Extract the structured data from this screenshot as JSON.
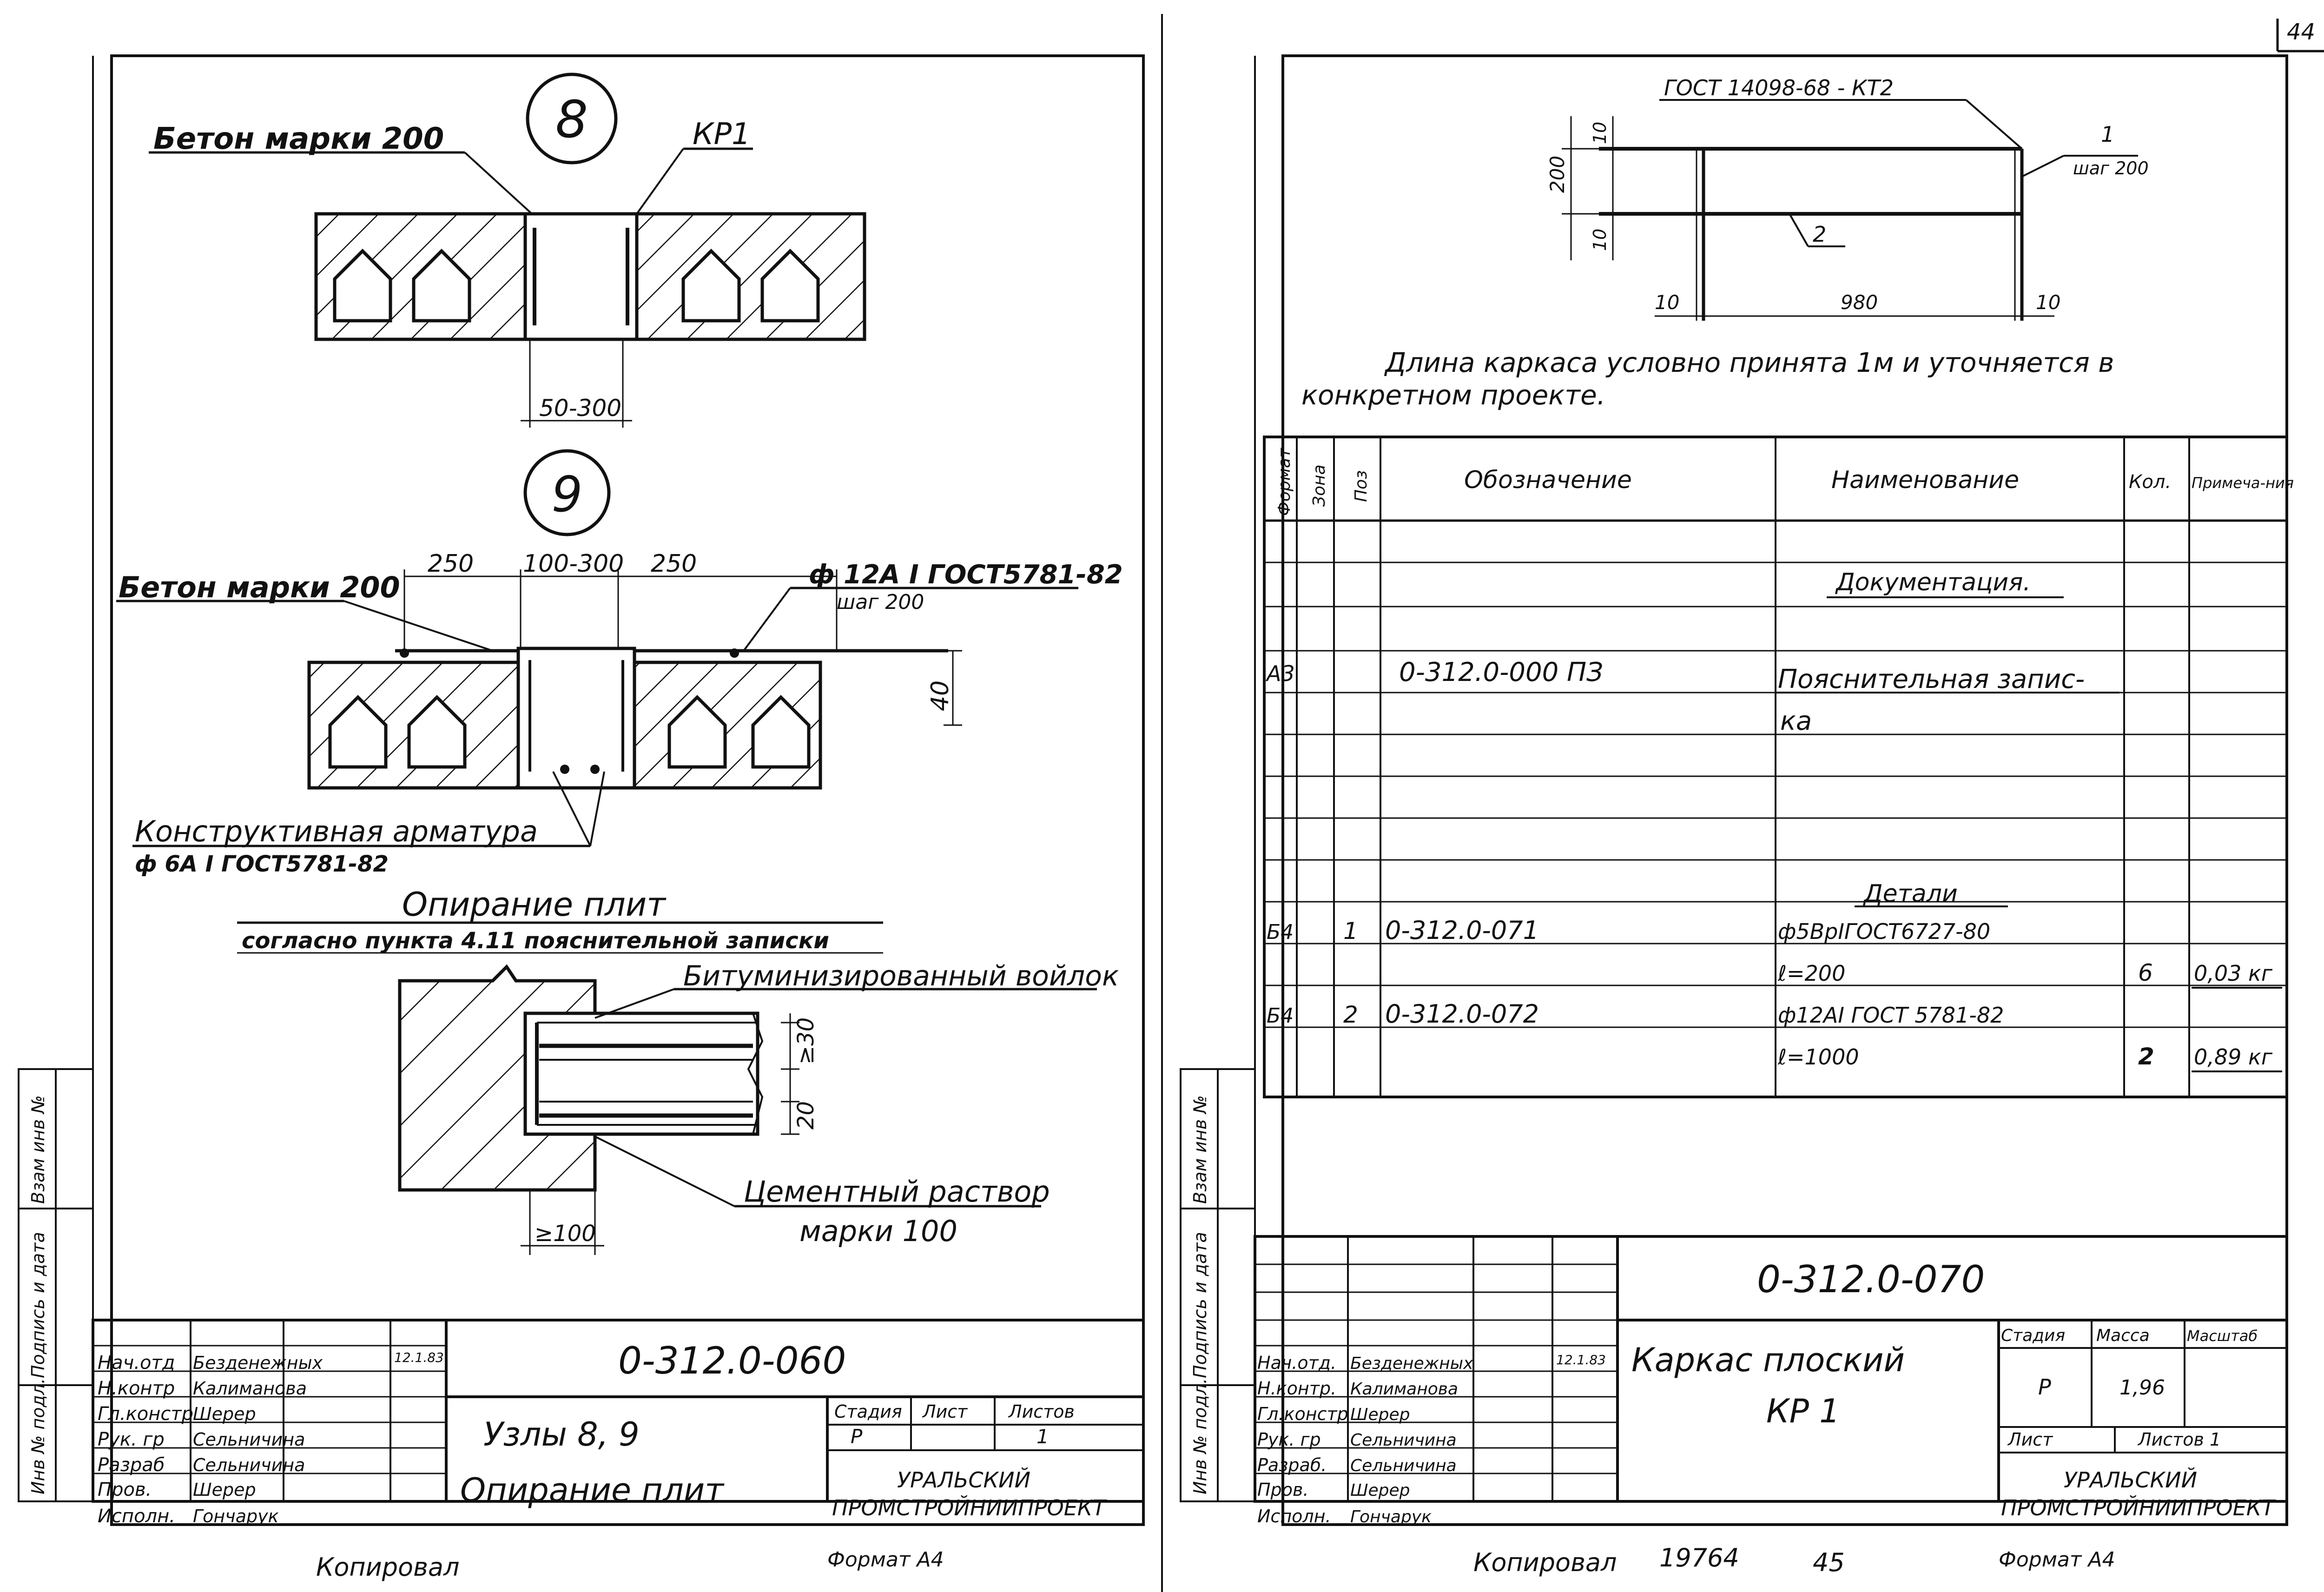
{
  "page_corner_number": "44",
  "left_sheet": {
    "node8": {
      "number": "8",
      "concrete_label": "Бетон марки 200",
      "frame_label": "КР1",
      "gap_dim": "50-300"
    },
    "node9": {
      "number": "9",
      "concrete_label": "Бетон марки 200",
      "dim_left": "250",
      "dim_center": "100-300",
      "dim_right": "250",
      "rebar_label": "ф 12А I ГОСТ5781-82",
      "rebar_step": "шаг 200",
      "dim_height": "40",
      "constr_rebar_label": "Конструктивная арматура",
      "constr_rebar_spec": "ф 6А I ГОСТ5781-82"
    },
    "support": {
      "title": "Опирание плит",
      "subtitle": "согласно пункта 4.11 пояснительной записки",
      "felt_label": "Битуминизированный войлок",
      "dim_30": "≥30",
      "dim_20": "20",
      "dim_100": "≥100",
      "mortar_label": "Цементный раствор",
      "mortar_grade": "марки 100"
    },
    "side_stamp": [
      "Инв № подл.",
      "Подпись и дата",
      "Взам инв №"
    ],
    "title_block": {
      "doc_code": "0-312.0-060",
      "roles": [
        "Нач.отд",
        "Н.контр",
        "Гл.констр",
        "Рук. гр",
        "Разраб",
        "Пров.",
        "Исполн."
      ],
      "names": [
        "Безденежных",
        "Калиманова",
        "Шерер",
        "Сельничина",
        "Сельничина",
        "Шерер",
        "Гончарук"
      ],
      "date": "12.1.83",
      "title_line1": "Узлы 8, 9",
      "title_line2": "Опирание плит",
      "stage_header": "Стадия",
      "sheet_header": "Лист",
      "sheets_header": "Листов",
      "stage": "Р",
      "sheets": "1",
      "org_line1": "УРАЛЬСКИЙ",
      "org_line2": "ПРОМСТРОЙНИИПРОЕКТ"
    },
    "copied_by": "Копировал",
    "format": "Формат А4"
  },
  "right_sheet": {
    "drawing": {
      "gost_label": "ГОСТ 14098-68 - КТ2",
      "pos1": "1",
      "pos1_step": "шаг 200",
      "pos2": "2",
      "dim_200": "200",
      "dim_10_top": "10",
      "dim_10_bot": "10",
      "dim_left": "10",
      "dim_span": "980",
      "dim_right": "10"
    },
    "note_line1": "Длина каркаса условно принята 1м и уточняется в",
    "note_line2": "конкретном проекте.",
    "spec_headers": [
      "Формат",
      "Зона",
      "Поз",
      "Обозначение",
      "Наименование",
      "Кол.",
      "Примеча-ния"
    ],
    "spec_rows": [
      {
        "format": "",
        "zone": "",
        "pos": "",
        "designation": "",
        "name": "",
        "qty": "",
        "note": ""
      },
      {
        "format": "",
        "zone": "",
        "pos": "",
        "designation": "",
        "name": "Документация.",
        "qty": "",
        "note": ""
      },
      {
        "format": "",
        "zone": "",
        "pos": "",
        "designation": "",
        "name": "",
        "qty": "",
        "note": ""
      },
      {
        "format": "А3",
        "zone": "",
        "pos": "",
        "designation": "0-312.0-000 ПЗ",
        "name": "Пояснительная запис-",
        "qty": "",
        "note": ""
      },
      {
        "format": "",
        "zone": "",
        "pos": "",
        "designation": "",
        "name": "ка",
        "qty": "",
        "note": ""
      },
      {
        "format": "",
        "zone": "",
        "pos": "",
        "designation": "",
        "name": "",
        "qty": "",
        "note": ""
      },
      {
        "format": "",
        "zone": "",
        "pos": "",
        "designation": "",
        "name": "",
        "qty": "",
        "note": ""
      },
      {
        "format": "",
        "zone": "",
        "pos": "",
        "designation": "",
        "name": "Детали",
        "qty": "",
        "note": ""
      },
      {
        "format": "Б4",
        "zone": "",
        "pos": "1",
        "designation": "0-312.0-071",
        "name": "ф5ВрIГОСТ6727-80",
        "qty": "",
        "note": ""
      },
      {
        "format": "",
        "zone": "",
        "pos": "",
        "designation": "",
        "name": "ℓ=200",
        "qty": "6",
        "note": "0,03 кг"
      },
      {
        "format": "Б4",
        "zone": "",
        "pos": "2",
        "designation": "0-312.0-072",
        "name": "ф12АI ГОСТ 5781-82",
        "qty": "",
        "note": ""
      },
      {
        "format": "",
        "zone": "",
        "pos": "",
        "designation": "",
        "name": "ℓ=1000",
        "qty": "2",
        "note": "0,89 кг"
      }
    ],
    "side_stamp": [
      "Инв № подл.",
      "Подпись и дата",
      "Взам инв №"
    ],
    "title_block": {
      "doc_code": "0-312.0-070",
      "roles": [
        "Нач.отд.",
        "Н.контр.",
        "Гл.констр",
        "Рук. гр",
        "Разраб.",
        "Пров.",
        "Исполн."
      ],
      "names": [
        "Безденежных",
        "Калиманова",
        "Шерер",
        "Сельничина",
        "Сельничина",
        "Шерер",
        "Гончарук"
      ],
      "date": "12.1.83",
      "title_line1": "Каркас плоский",
      "title_line2": "КР 1",
      "stage_header": "Стадия",
      "mass_header": "Масса",
      "scale_header": "Масштаб",
      "stage": "Р",
      "mass": "1,96",
      "sheet_header": "Лист",
      "sheets_header": "Листов 1",
      "org_line1": "УРАЛЬСКИЙ",
      "org_line2": "ПРОМСТРОЙНИИПРОЕКТ"
    },
    "copied_by": "Копировал",
    "copy_number": "19764",
    "page_number": "45",
    "format": "Формат А4"
  }
}
